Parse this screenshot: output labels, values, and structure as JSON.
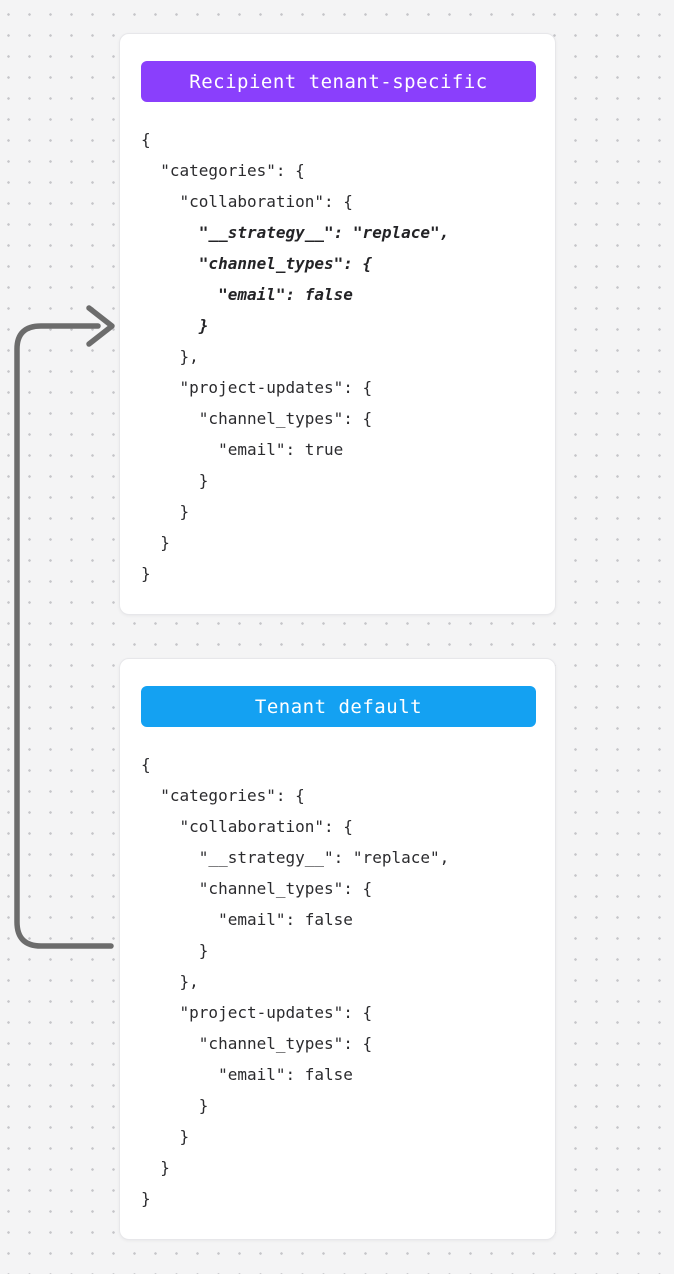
{
  "colors": {
    "background": "#f4f4f5",
    "dot": "#c5c5c9",
    "card_background": "#ffffff",
    "card_border": "#e7e7ea",
    "code_text": "#2b2b2e",
    "arrow": "#6c6c6c"
  },
  "arrow": {
    "name": "merge-arrow",
    "direction": "from tenant-default card up to recipient tenant-specific card"
  },
  "cards": [
    {
      "id": "recipient-tenant-specific",
      "badge": {
        "label": "Recipient tenant-specific",
        "color": "#8a3ffc"
      },
      "code_lines": [
        {
          "t": "{",
          "em": false
        },
        {
          "t": "  \"categories\": {",
          "em": false
        },
        {
          "t": "    \"collaboration\": {",
          "em": false
        },
        {
          "t": "      \"__strategy__\": \"replace\",",
          "em": true
        },
        {
          "t": "      \"channel_types\": {",
          "em": true
        },
        {
          "t": "        \"email\": false",
          "em": true
        },
        {
          "t": "      }",
          "em": true
        },
        {
          "t": "    },",
          "em": false
        },
        {
          "t": "    \"project-updates\": {",
          "em": false
        },
        {
          "t": "      \"channel_types\": {",
          "em": false
        },
        {
          "t": "        \"email\": true",
          "em": false
        },
        {
          "t": "      }",
          "em": false
        },
        {
          "t": "    }",
          "em": false
        },
        {
          "t": "  }",
          "em": false
        },
        {
          "t": "}",
          "em": false
        }
      ]
    },
    {
      "id": "tenant-default",
      "badge": {
        "label": "Tenant default",
        "color": "#14a1f2"
      },
      "code_lines": [
        {
          "t": "{",
          "em": false
        },
        {
          "t": "  \"categories\": {",
          "em": false
        },
        {
          "t": "    \"collaboration\": {",
          "em": false
        },
        {
          "t": "      \"__strategy__\": \"replace\",",
          "em": false
        },
        {
          "t": "      \"channel_types\": {",
          "em": false
        },
        {
          "t": "        \"email\": false",
          "em": false
        },
        {
          "t": "      }",
          "em": false
        },
        {
          "t": "    },",
          "em": false
        },
        {
          "t": "    \"project-updates\": {",
          "em": false
        },
        {
          "t": "      \"channel_types\": {",
          "em": false
        },
        {
          "t": "        \"email\": false",
          "em": false
        },
        {
          "t": "      }",
          "em": false
        },
        {
          "t": "    }",
          "em": false
        },
        {
          "t": "  }",
          "em": false
        },
        {
          "t": "}",
          "em": false
        }
      ]
    }
  ]
}
